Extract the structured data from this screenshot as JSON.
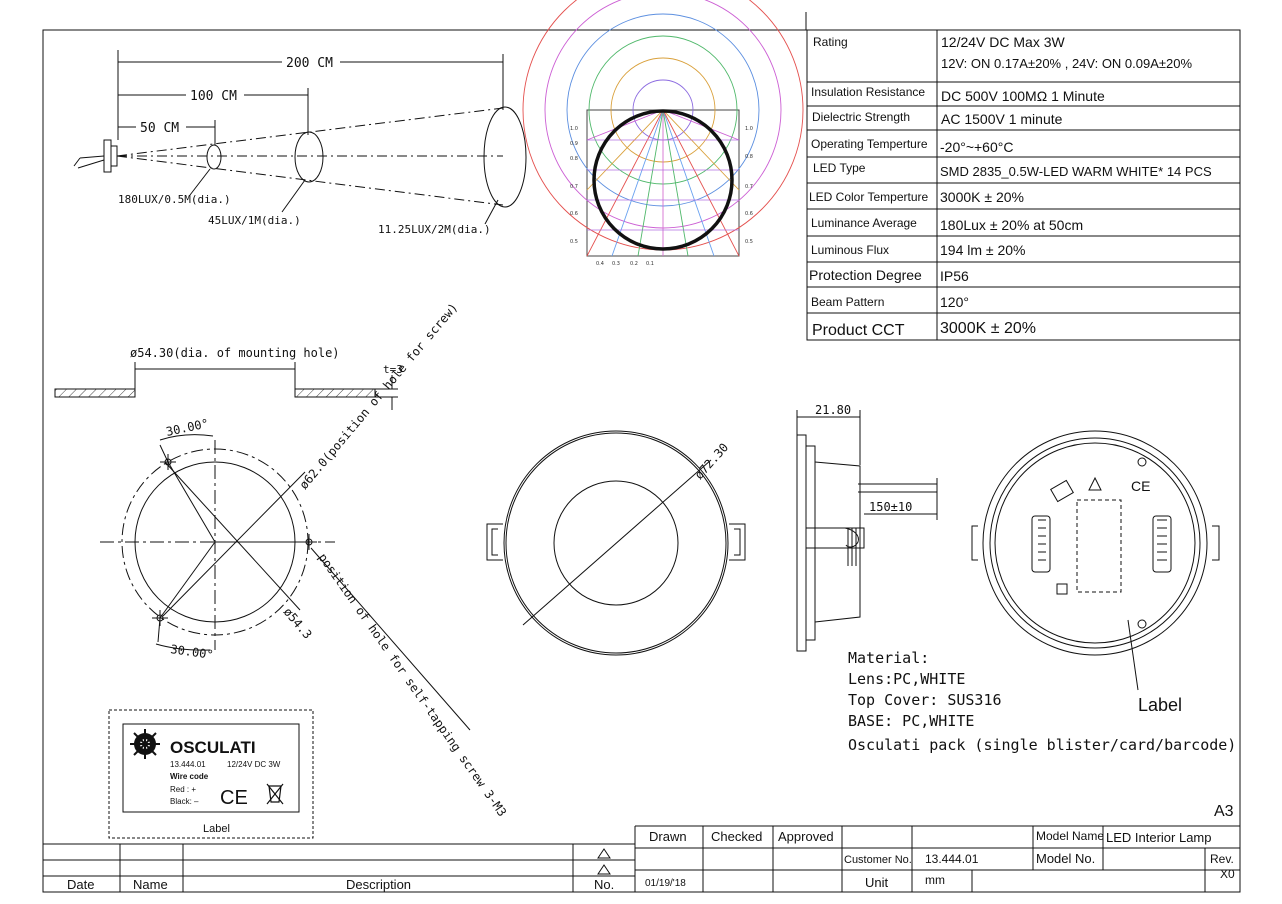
{
  "specs": [
    {
      "label": "Rating",
      "value": "12/24V DC Max 3W",
      "value2": "12V: ON 0.17A±20% , 24V: ON 0.09A±20%"
    },
    {
      "label": "Insulation Resistance",
      "value": "DC 500V 100MΩ 1 Minute"
    },
    {
      "label": "Dielectric Strength",
      "value": "AC 1500V 1 minute"
    },
    {
      "label": "Operating Temperture",
      "value": "-20°~+60°C"
    },
    {
      "label": "LED Type",
      "value": "SMD 2835_0.5W-LED WARM WHITE* 14 PCS"
    },
    {
      "label": "LED Color Temperture",
      "value": "3000K ± 20%"
    },
    {
      "label": "Luminance Average",
      "value": "180Lux ± 20% at 50cm"
    },
    {
      "label": "Luminous Flux",
      "value": "194 lm ± 20%"
    },
    {
      "label": "Protection Degree",
      "value": "IP56"
    },
    {
      "label": "Beam Pattern",
      "value": "120°"
    },
    {
      "label": "Product CCT",
      "value": "3000K ± 20%"
    }
  ],
  "beam": {
    "dim_200": "200 CM",
    "dim_100": "100 CM",
    "dim_50": "50 CM",
    "lux_05": "180LUX/0.5M(dia.)",
    "lux_1": "45LUX/1M(dia.)",
    "lux_2": "11.25LUX/2M(dia.)"
  },
  "mounting": {
    "hole_dia": "ø54.30(dia. of mounting hole)",
    "thickness": "t=3",
    "angle_top": "30.00°",
    "angle_bottom": "30.00°",
    "screw_circle": "ø62.0(position of hole for screw)",
    "self_tap": "position of hole for self-tapping screw 3-M3",
    "dia_543": "ø54.3"
  },
  "front_view": {
    "dia": "ø72.30"
  },
  "side_view": {
    "depth": "21.80",
    "cable": "150±10"
  },
  "material": {
    "title": "Material:",
    "lens": "Lens:PC,WHITE",
    "top_cover": "Top Cover: SUS316",
    "base": "BASE: PC,WHITE",
    "pack": "Osculati pack (single blister/card/barcode)"
  },
  "back_label": "Label",
  "label_card": {
    "brand": "OSCULATI",
    "code": "13.444.01",
    "voltage": "12/24V DC 3W",
    "wire_code": "Wire code",
    "red": "Red : +",
    "black": "Black: –",
    "caption": "Label"
  },
  "sheet_size": "A3",
  "title_block": {
    "drawn": "Drawn",
    "checked": "Checked",
    "approved": "Approved",
    "model_name_label": "Model Name",
    "model_name": "LED Interior Lamp",
    "customer_no_label": "Customer No.",
    "customer_no": "13.444.01",
    "model_no_label": "Model No.",
    "rev_label": "Rev.",
    "rev": "X0",
    "date_value": "01/19/'18",
    "unit_label": "Unit",
    "unit": "mm"
  },
  "revision_block": {
    "date": "Date",
    "name": "Name",
    "description": "Description",
    "no": "No."
  },
  "polar_ticks_left": [
    "1.0",
    "0.9",
    "0.8",
    "0.7",
    "0.6",
    "0.5"
  ],
  "polar_ticks_bottom": [
    "0.4",
    "0.3",
    "0.2",
    "0.1"
  ]
}
